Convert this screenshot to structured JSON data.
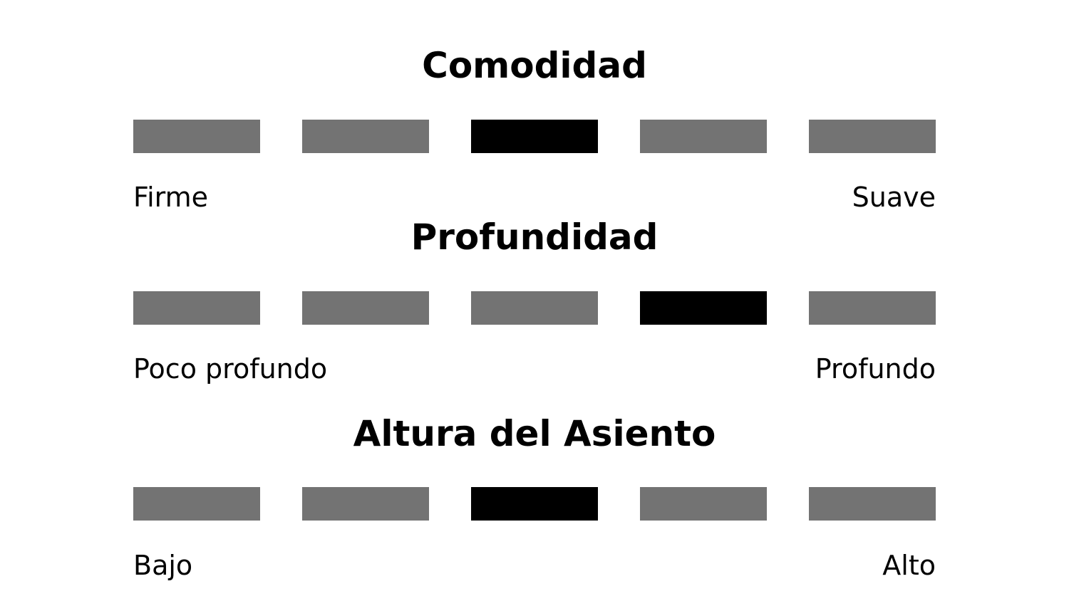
{
  "colors": {
    "background": "#ffffff",
    "segment": "#737373",
    "segment_selected": "#000000",
    "text": "#000000"
  },
  "scales": [
    {
      "title": "Comodidad",
      "left_label": "Firme",
      "right_label": "Suave",
      "segment_count": 5,
      "selected": 3
    },
    {
      "title": "Profundidad",
      "left_label": "Poco profundo",
      "right_label": "Profundo",
      "segment_count": 5,
      "selected": 4
    },
    {
      "title": "Altura del Asiento",
      "left_label": "Bajo",
      "right_label": "Alto",
      "segment_count": 5,
      "selected": 3
    }
  ]
}
